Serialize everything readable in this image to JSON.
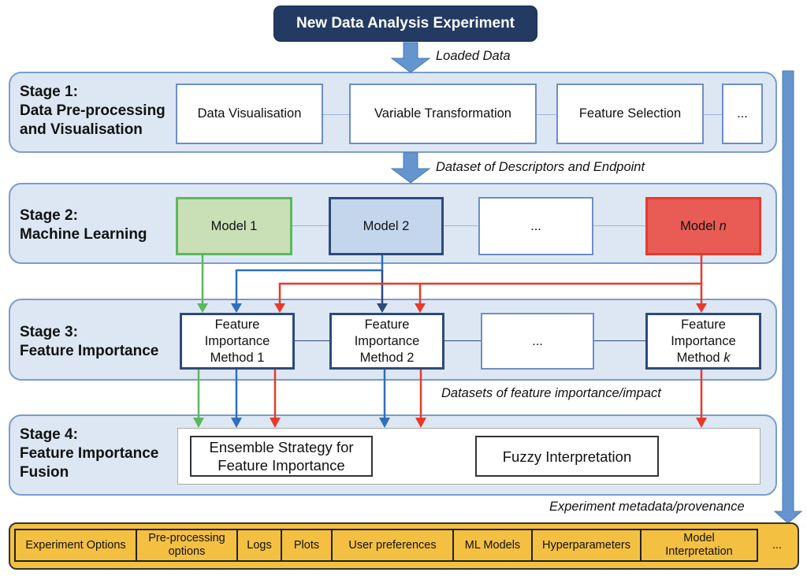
{
  "title": "New Data Analysis Experiment",
  "flow_labels": {
    "loaded_data": "Loaded Data",
    "dataset_descriptors": "Dataset of Descriptors and Endpoint",
    "datasets_importance": "Datasets of feature importance/impact",
    "metadata": "Experiment metadata/provenance"
  },
  "stage1": {
    "label_line1": "Stage 1:",
    "label_line2": "Data Pre-processing",
    "label_line3": "and Visualisation",
    "boxes": [
      "Data Visualisation",
      "Variable Transformation",
      "Feature Selection",
      "..."
    ]
  },
  "stage2": {
    "label_line1": "Stage 2:",
    "label_line2": "Machine Learning",
    "boxes": [
      "Model 1",
      "Model 2",
      "...",
      "Model "
    ],
    "model_n_italic": "n"
  },
  "stage3": {
    "label_line1": "Stage 3:",
    "label_line2": "Feature Importance",
    "boxes": [
      {
        "l1": "Feature",
        "l2": "Importance",
        "l3": "Method 1"
      },
      {
        "l1": "Feature",
        "l2": "Importance",
        "l3": "Method 2"
      },
      {
        "l1": "..."
      },
      {
        "l1": "Feature",
        "l2": "Importance",
        "l3": "Method ",
        "italic": "k"
      }
    ]
  },
  "stage4": {
    "label_line1": "Stage 4:",
    "label_line2": "Feature Importance",
    "label_line3": "Fusion",
    "ensemble_l1": "Ensemble Strategy for",
    "ensemble_l2": "Feature Importance",
    "fuzzy": "Fuzzy Interpretation"
  },
  "store": {
    "cells": [
      {
        "l1": "Experiment Options"
      },
      {
        "l1": "Pre-processing",
        "l2": "options"
      },
      {
        "l1": "Logs"
      },
      {
        "l1": "Plots"
      },
      {
        "l1": "User preferences"
      },
      {
        "l1": "ML Models"
      },
      {
        "l1": "Hyperparameters"
      },
      {
        "l1": "Model",
        "l2": "Interpretation"
      },
      {
        "l1": "..."
      }
    ]
  },
  "colors": {
    "green": "#5cb85c",
    "blue": "#2f6fbf",
    "dark_blue": "#2d4a7c",
    "red": "#e8392b",
    "stage_fill": "#dde7f3",
    "store_fill": "#f3c042"
  }
}
